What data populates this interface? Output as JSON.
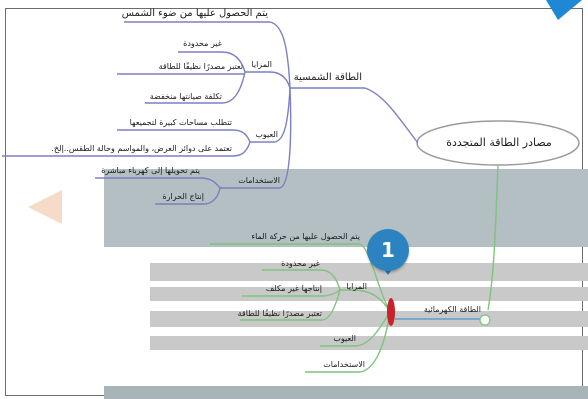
{
  "colors": {
    "band_dark": "#b3bfc2",
    "band_light": "#c9c9c9",
    "band_bottom": "#a7b4b8",
    "branch_solar": "#7b7fc5",
    "branch_hydro": "#7dc47e",
    "badge": "#2d83c0",
    "corner_marker": "#1f88d4",
    "left_arrow": "#f6dcc8",
    "node_red": "#c8232b"
  },
  "root": {
    "label": "مصادر الطاقة المتجددة"
  },
  "solar": {
    "label": "الطاقة الشمسية",
    "source": "يتم الحصول عليها من ضوء الشمس",
    "advantages": {
      "label": "المزايا",
      "items": [
        "غير محدودة",
        "تعتبر مصدرًا نظيفًا للطاقة",
        "تكلفة صيانتها منخفضة"
      ]
    },
    "disadvantages": {
      "label": "العيوب",
      "items": [
        "تتطلب مساحات كبيرة لتجميعها",
        "تعتمد على دوائر العرض، والمواسم وحالة الطقس..إلخ."
      ]
    },
    "uses": {
      "label": "الاستخدامات",
      "items": [
        "يتم تحويلها إلى كهرباء مباشرة",
        "إنتاج الحرارة"
      ]
    }
  },
  "hydro": {
    "label": "الطاقة الكهرمائية",
    "source": "يتم الحصول عليها من حركة الماء",
    "advantages": {
      "label": "المزايا",
      "items": [
        "غير محدودة",
        "إنتاجها غير مكلف",
        "تعتبر مصدرًا نظيفًا للطاقة"
      ]
    },
    "disadvantages": {
      "label": "العيوب"
    },
    "uses": {
      "label": "الاستخدامات"
    }
  },
  "badge": {
    "number": "1"
  }
}
